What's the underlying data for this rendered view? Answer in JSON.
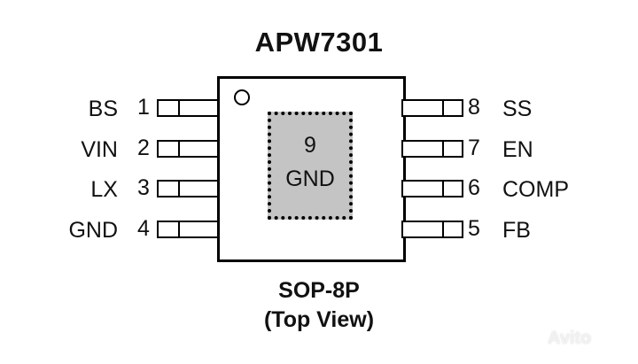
{
  "title": "APW7301",
  "package": {
    "name": "SOP-8P",
    "view": "(Top View)"
  },
  "pins_left": [
    {
      "number": "1",
      "name": "BS"
    },
    {
      "number": "2",
      "name": "VIN"
    },
    {
      "number": "3",
      "name": "LX"
    },
    {
      "number": "4",
      "name": "GND"
    }
  ],
  "pins_right": [
    {
      "number": "8",
      "name": "SS"
    },
    {
      "number": "7",
      "name": "EN"
    },
    {
      "number": "6",
      "name": "COMP"
    },
    {
      "number": "5",
      "name": "FB"
    }
  ],
  "thermal_pad": {
    "number": "9",
    "name": "GND"
  },
  "colors": {
    "pad_fill": "#c4c4c4",
    "outline": "#000000",
    "background": "#ffffff"
  },
  "watermark": "Avito"
}
